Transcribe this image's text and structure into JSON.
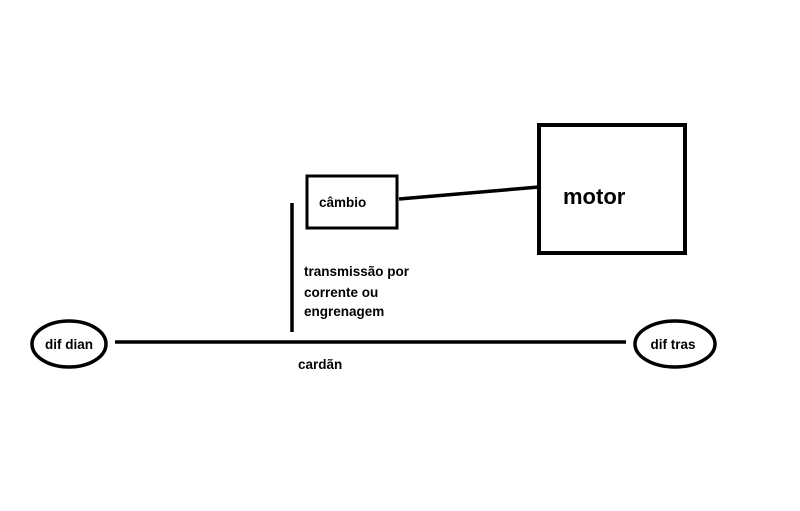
{
  "diagram": {
    "nodes": {
      "motor": {
        "label": "motor"
      },
      "cambio": {
        "label": "câmbio"
      },
      "dif_dian": {
        "label": "dif dian"
      },
      "dif_tras": {
        "label": "dif tras"
      }
    },
    "connections": {
      "cardan": {
        "label": "cardãn"
      },
      "transmission": {
        "label_lines": [
          "transmissão por",
          "corrente ou",
          "engrenagem"
        ]
      }
    },
    "colors": {
      "stroke": "#000000",
      "background": "#ffffff",
      "text": "#000000"
    }
  }
}
